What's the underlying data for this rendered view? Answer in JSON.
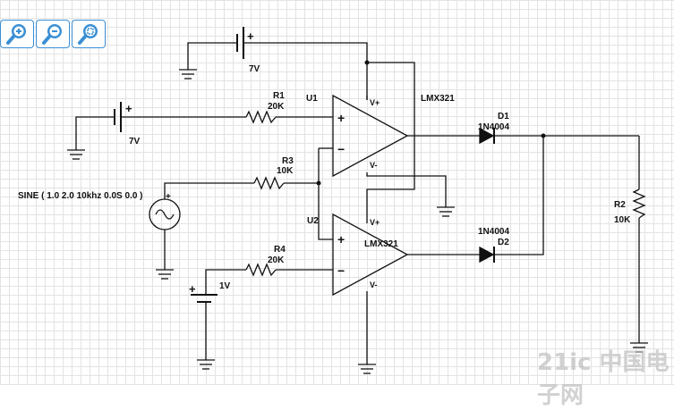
{
  "toolbar": {
    "icons": [
      "zoom-in-icon",
      "zoom-out-icon",
      "zoom-fit-icon"
    ]
  },
  "labels": {
    "bat1_v": "7V",
    "bat2_v": "7V",
    "bat3_v": "1V",
    "r1_name": "R1",
    "r1_val": "20K",
    "r3_name": "R3",
    "r3_val": "10K",
    "r4_name": "R4",
    "r4_val": "20K",
    "r2_name": "R2",
    "r2_val": "10K",
    "u1_name": "U1",
    "u1_model": "LMX321",
    "u2_name": "U2",
    "u2_model": "LMX321",
    "d1_name": "D1",
    "d1_model": "1N4004",
    "d2_name": "D2",
    "d2_model": "1N4004",
    "vplus": "V+",
    "vminus": "V-",
    "plus": "+",
    "minus": "−",
    "sine": "SINE ( 1.0 2.0 10khz 0.0S 0.0 )",
    "sine_plus": "+",
    "watermark": "21ic 中国电子网"
  },
  "colors": {
    "wire": "#111111",
    "accent": "#3a8fd4"
  }
}
